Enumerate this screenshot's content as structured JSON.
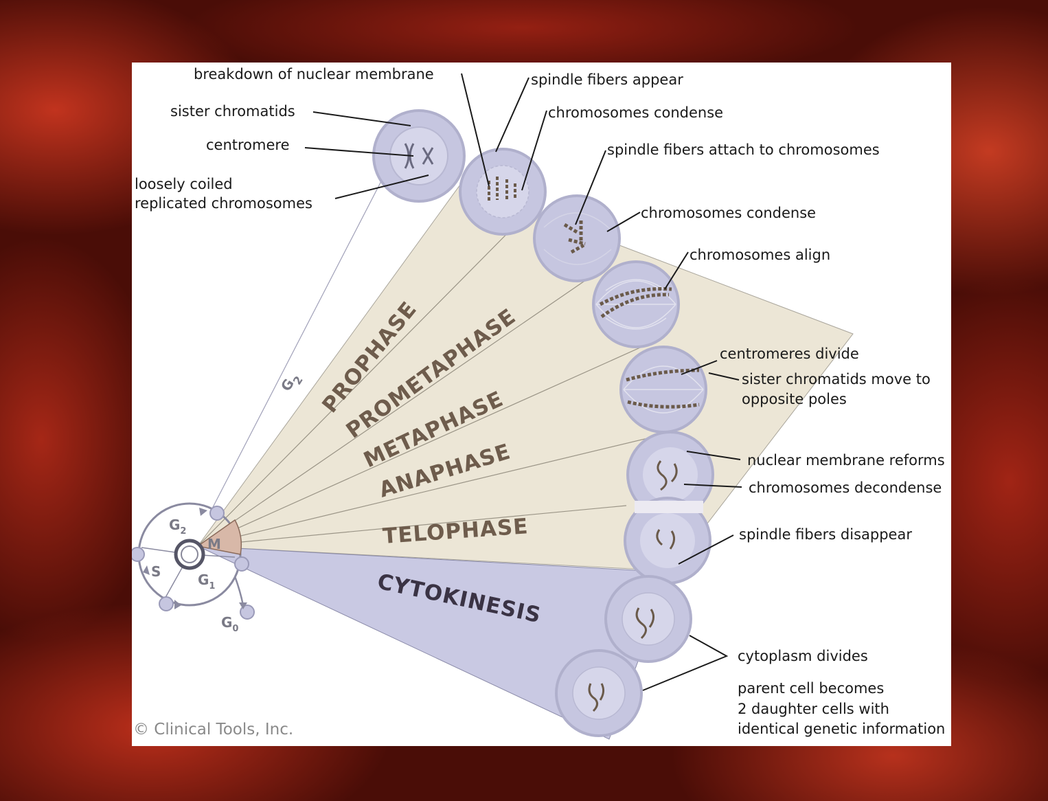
{
  "colors": {
    "background": "#b8301c",
    "panel": "#ffffff",
    "wedge_mitosis": "#ece6d6",
    "wedge_cytokinesis": "#c9c9e3",
    "cell_fill": "#c6c6e0",
    "phase_text": "#6e5c4c"
  },
  "phases": {
    "prophase": "PROPHASE",
    "prometaphase": "PROMETAPHASE",
    "metaphase": "METAPHASE",
    "anaphase": "ANAPHASE",
    "telophase": "TELOPHASE",
    "cytokinesis": "CYTOKINESIS"
  },
  "cycle": {
    "g2_ray": "G",
    "g2_ray_sub": "2",
    "g2": "G",
    "g2_sub": "2",
    "m": "M",
    "s": "S",
    "g1": "G",
    "g1_sub": "1",
    "g0": "G",
    "g0_sub": "0"
  },
  "labels": {
    "breakdown_nuclear_membrane": "breakdown of nuclear membrane",
    "spindle_fibers_appear": "spindle fibers appear",
    "sister_chromatids": "sister chromatids",
    "chromosomes_condense_1": "chromosomes condense",
    "centromere": "centromere",
    "spindle_fibers_attach": "spindle fibers attach to chromosomes",
    "loosely_coiled_1": "loosely coiled",
    "loosely_coiled_2": "replicated chromosomes",
    "chromosomes_condense_2": "chromosomes condense",
    "chromosomes_align": "chromosomes align",
    "centromeres_divide": "centromeres divide",
    "sister_move_1": "sister chromatids move to",
    "sister_move_2": "opposite poles",
    "nuclear_membrane_reforms": "nuclear membrane reforms",
    "chromosomes_decondense": "chromosomes decondense",
    "spindle_fibers_disappear": "spindle fibers disappear",
    "cytoplasm_divides": "cytoplasm divides",
    "parent_cell_1": "parent cell becomes",
    "parent_cell_2": "2 daughter cells with",
    "parent_cell_3": "identical genetic information"
  },
  "copyright": "© Clinical Tools, Inc."
}
